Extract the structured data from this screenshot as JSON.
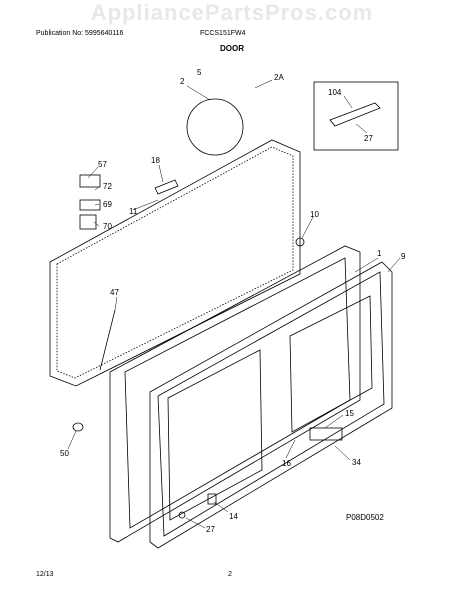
{
  "watermark": "AppliancePartsPros.com",
  "header": {
    "publication": "Publication No: 5995640116",
    "model": "FCCS151FW4",
    "section_title": "DOOR"
  },
  "callouts": {
    "c2": "2",
    "c5": "5",
    "c2a": "2A",
    "c104": "104",
    "c27a": "27",
    "c57": "57",
    "c72": "72",
    "c69": "69",
    "c70": "70",
    "c18": "18",
    "c11": "11",
    "c10": "10",
    "c1": "1",
    "c9": "9",
    "c47": "47",
    "c15": "15",
    "c16": "16",
    "c34": "34",
    "c50": "50",
    "c14": "14",
    "c27b": "27"
  },
  "diagram_code": "P08D0502",
  "footer": {
    "date": "12/13",
    "page": "2"
  }
}
